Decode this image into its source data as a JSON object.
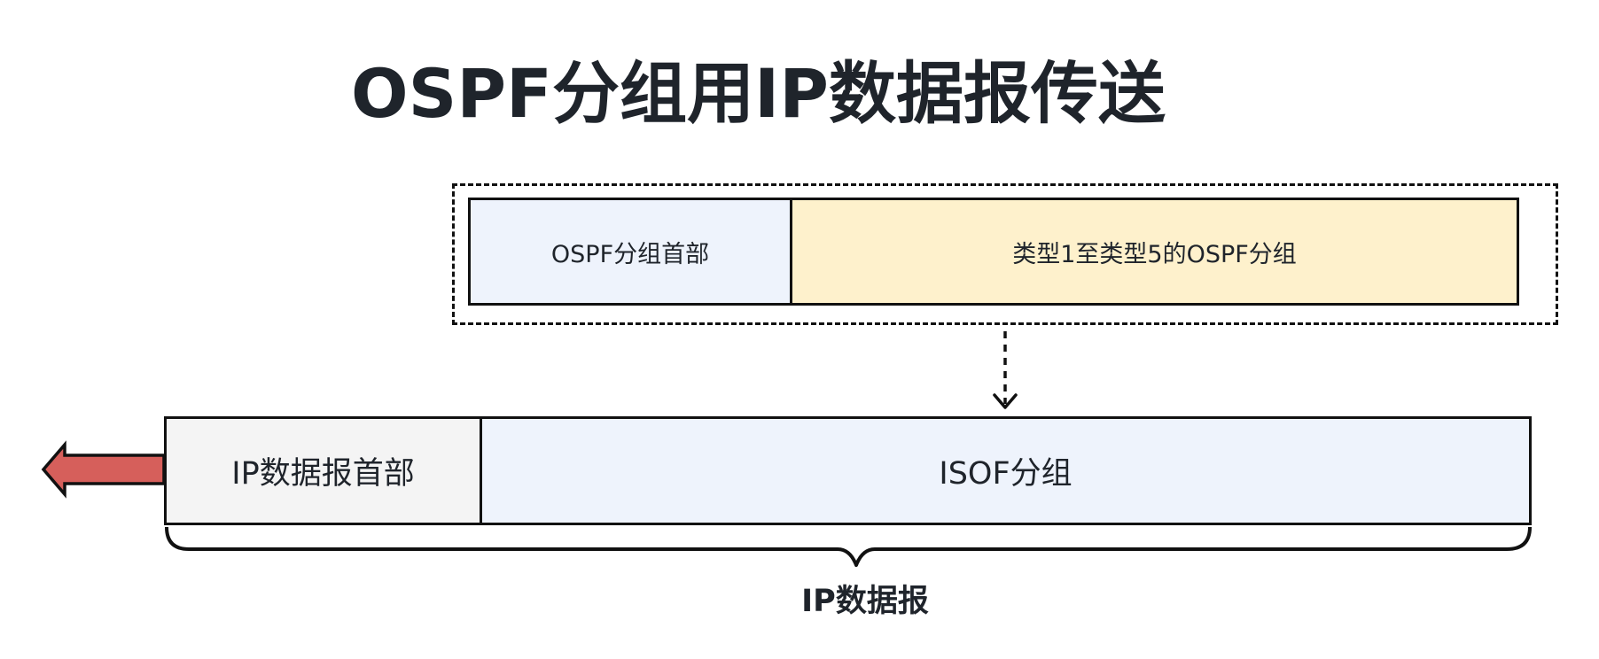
{
  "title": "OSPF分组用IP数据报传送",
  "ospf_packet": {
    "header_label": "OSPF分组首部",
    "body_label": "类型1至类型5的OSPF分组"
  },
  "ip_datagram": {
    "header_label": "IP数据报首部",
    "body_label": "ISOF分组",
    "brace_label": "IP数据报"
  },
  "colors": {
    "arrow_fill": "#d65f5b",
    "light_blue": "#eef3fc",
    "light_yellow": "#fef1cc",
    "light_gray": "#f4f4f4"
  }
}
